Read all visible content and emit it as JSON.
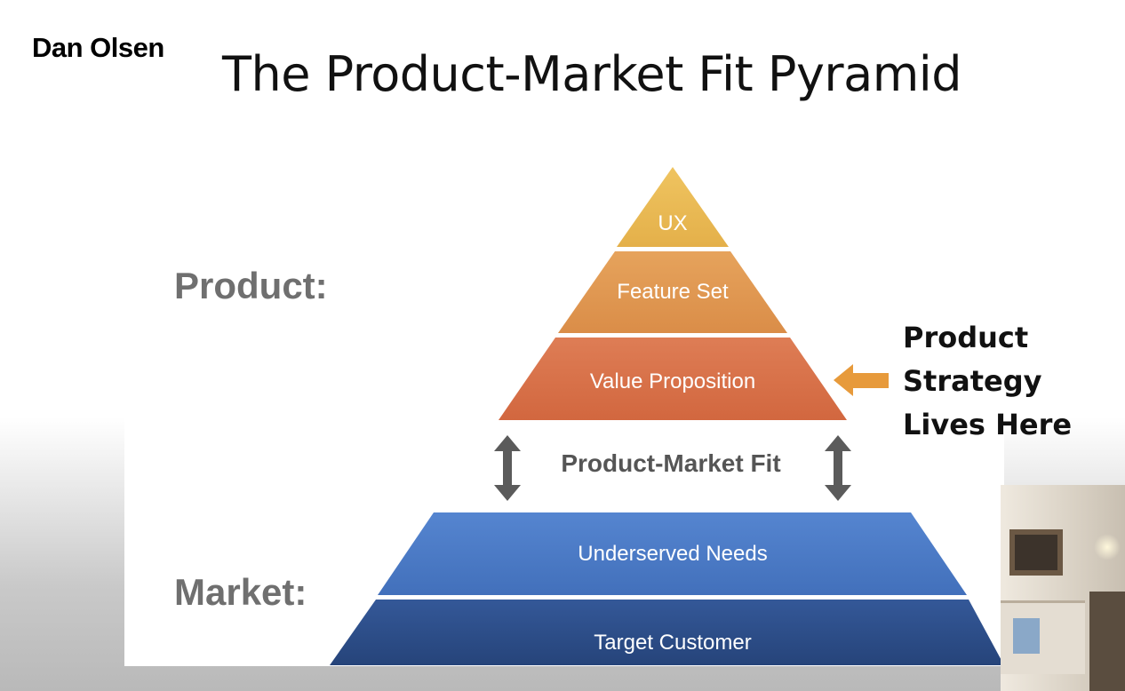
{
  "speaker": "Dan Olsen",
  "title": "The Product-Market Fit Pyramid",
  "labels": {
    "product": "Product:",
    "market": "Market:",
    "product_market_fit": "Product-Market Fit"
  },
  "pyramid_tiers": {
    "ux": "UX",
    "feature_set": "Feature Set",
    "value_proposition": "Value Proposition",
    "underserved_needs": "Underserved Needs",
    "target_customer": "Target Customer"
  },
  "callout": {
    "line1": "Product",
    "line2": "Strategy",
    "line3": "Lives Here"
  },
  "colors": {
    "ux": "#e8b84d",
    "feature_set": "#df9850",
    "value_proposition": "#d8714a",
    "underserved_needs": "#4b78c5",
    "target_customer": "#2d4d86",
    "arrow_gray": "#5b5b5b",
    "callout_arrow": "#e79a3b"
  }
}
